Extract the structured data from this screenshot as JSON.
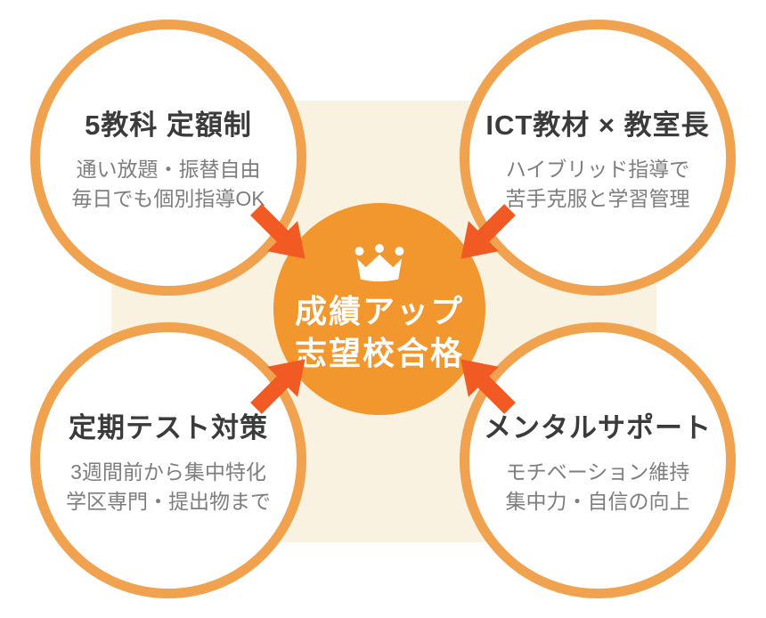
{
  "colors": {
    "background": "#FFFFFF",
    "panel": "#F9F2E1",
    "circle_ring": "#F1A24E",
    "goal_fill": "#F2962E",
    "arrow": "#F15A22",
    "title_text": "#3B3B3B",
    "subtitle_text": "#7E7E7E",
    "goal_text": "#FFFFFF"
  },
  "icons": {
    "center": "crown-icon",
    "connector": "arrow-icon"
  },
  "goal": {
    "line1": "成績アップ",
    "line2": "志望校合格"
  },
  "features": [
    {
      "position": "top-left",
      "title": "5教科 定額制",
      "lines": [
        "通い放題・振替自由",
        "毎日でも個別指導OK"
      ]
    },
    {
      "position": "top-right",
      "title": "ICT教材 × 教室長",
      "lines": [
        "ハイブリッド指導で",
        "苦手克服と学習管理"
      ]
    },
    {
      "position": "bottom-left",
      "title": "定期テスト対策",
      "lines": [
        "3週間前から集中特化",
        "学区専門・提出物まで"
      ]
    },
    {
      "position": "bottom-right",
      "title": "メンタルサポート",
      "lines": [
        "モチベーション維持",
        "集中力・自信の向上"
      ]
    }
  ]
}
